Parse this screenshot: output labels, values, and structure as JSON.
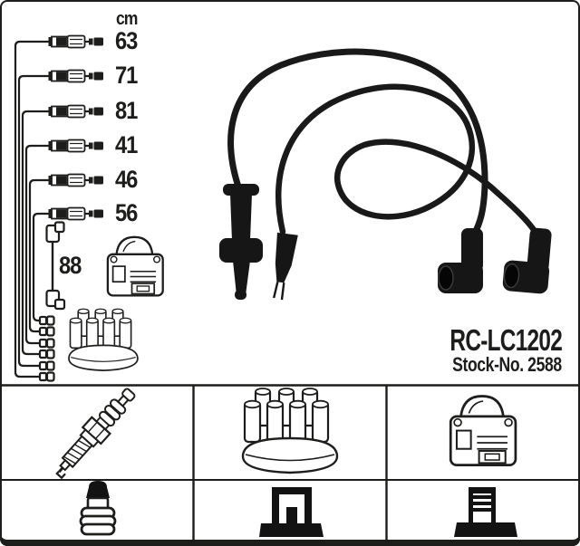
{
  "product": {
    "model_code": "RC-LC1202",
    "stock_number_label": "Stock-No. 2588"
  },
  "diagram": {
    "unit_label": "cm",
    "cable_lengths_cm": [
      "63",
      "71",
      "81",
      "41",
      "46",
      "56"
    ],
    "coil_cable_length_cm": "88",
    "drawings": [
      "ignition-coil-drawing",
      "distributor-cap-drawing",
      "cable-set-photo"
    ]
  },
  "legend": {
    "cells": [
      {
        "icon": "spark-plug-icon"
      },
      {
        "icon": "distributor-cap-icon"
      },
      {
        "icon": "ignition-coil-icon"
      },
      {
        "icon": "plug-terminal-nut-icon"
      },
      {
        "icon": "distributor-connector-icon"
      },
      {
        "icon": "coil-connector-icon"
      }
    ]
  },
  "colors": {
    "line": "#1d1d1b",
    "photo_black": "#161616",
    "background": "#ffffff"
  }
}
